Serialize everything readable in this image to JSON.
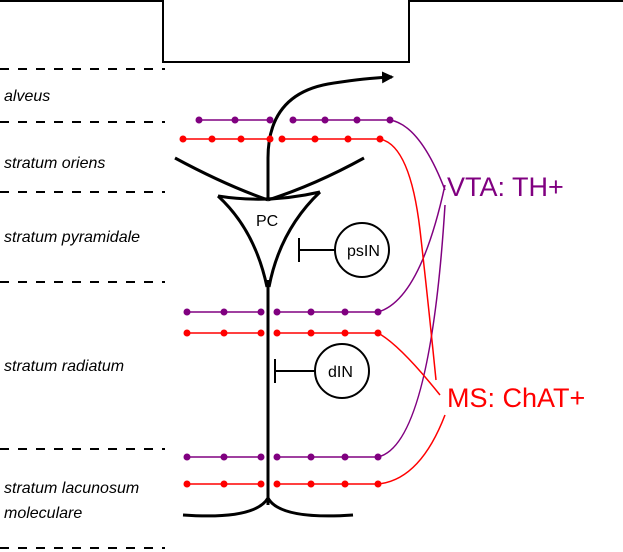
{
  "layers": [
    {
      "label": "alveus"
    },
    {
      "label": "stratum oriens"
    },
    {
      "label": "stratum pyramidale"
    },
    {
      "label": "stratum radiatum"
    },
    {
      "label": "stratum lacunosum"
    },
    {
      "label": "moleculare"
    }
  ],
  "cells": {
    "pyramidal": "PC",
    "perisomatic_interneuron": "psIN",
    "dendritic_interneuron": "dIN"
  },
  "sources": {
    "vta": {
      "label": "VTA: TH+",
      "color": "#800080"
    },
    "ms": {
      "label": "MS: ChAT+",
      "color": "#ff0000"
    }
  }
}
